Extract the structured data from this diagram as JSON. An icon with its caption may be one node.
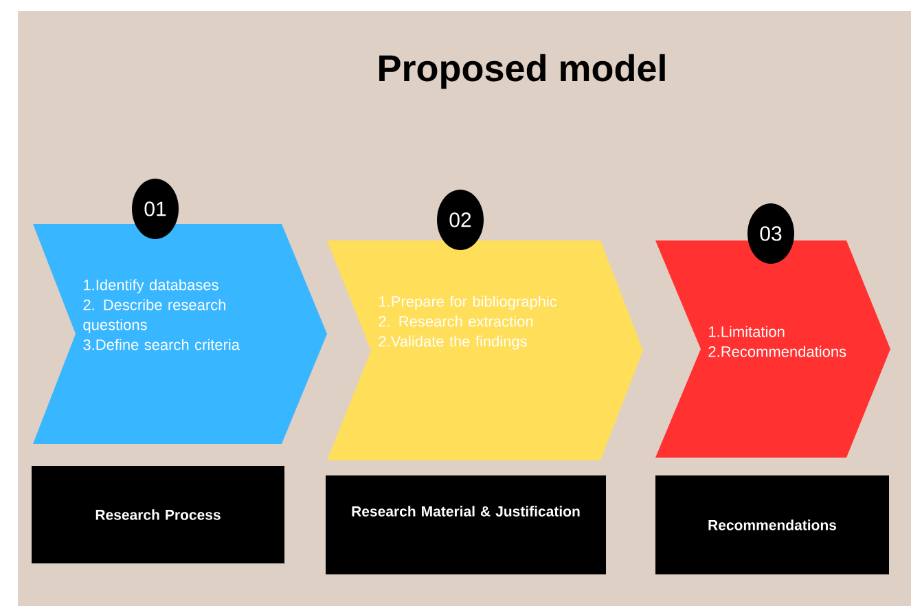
{
  "diagram": {
    "title": "Proposed model",
    "nodes": [
      {
        "text": [
          "01"
        ]
      },
      {
        "text": [
          "1.Identify databases",
          "2. Describe research questions",
          "3.Define search criteria"
        ]
      },
      {
        "text": [
          "Research Process"
        ]
      },
      {
        "text": [
          "02"
        ]
      },
      {
        "text": [
          "1.Prepare for bibliographic",
          "2. Research extraction",
          "2.Validate the findings"
        ]
      },
      {
        "text": [
          "Research Material & Justification"
        ]
      },
      {
        "text": [
          "03"
        ]
      },
      {
        "text": [
          "1.Limitation",
          "2.Recommendations"
        ]
      },
      {
        "text": [
          "Recommendations"
        ]
      }
    ]
  }
}
